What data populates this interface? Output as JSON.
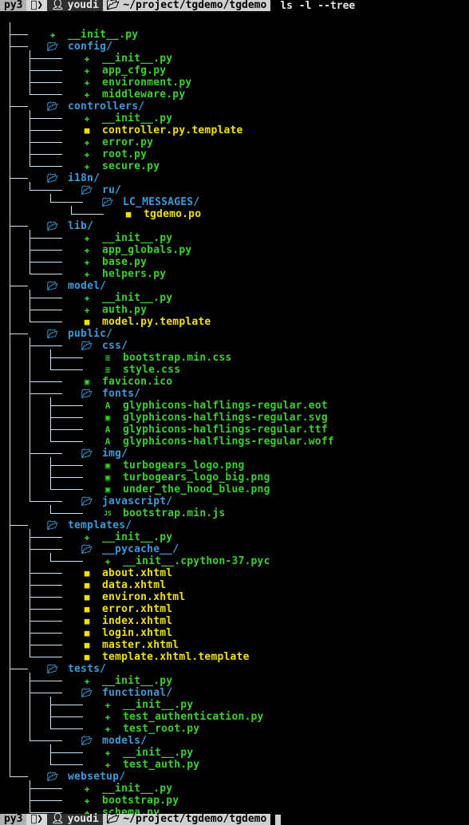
{
  "prompt_top": {
    "env": "py3",
    "os_icon": "apple-icon",
    "user": "youdi",
    "dir": "~/project/tgdemo/tgdemo",
    "command": "ls -l --tree"
  },
  "prompt_bottom": {
    "env": "py3",
    "os_icon": "apple-icon",
    "user": "youdi",
    "dir": "~/project/tgdemo/tgdemo"
  },
  "colors": {
    "directory": "#3a9ad9",
    "python": "#39d02c",
    "template": "#f0e000",
    "tree_lines": "#cde2ee"
  },
  "tree": [
    {
      "depth": 0,
      "name": "__init__.py",
      "type": "py"
    },
    {
      "depth": 0,
      "name": "config/",
      "type": "dir",
      "icon": "gear-folder-icon"
    },
    {
      "depth": 1,
      "name": "__init__.py",
      "type": "py"
    },
    {
      "depth": 1,
      "name": "app_cfg.py",
      "type": "py"
    },
    {
      "depth": 1,
      "name": "environment.py",
      "type": "py"
    },
    {
      "depth": 1,
      "name": "middleware.py",
      "type": "py"
    },
    {
      "depth": 0,
      "name": "controllers/",
      "type": "dir"
    },
    {
      "depth": 1,
      "name": "__init__.py",
      "type": "py"
    },
    {
      "depth": 1,
      "name": "controller.py.template",
      "type": "tmpl"
    },
    {
      "depth": 1,
      "name": "error.py",
      "type": "py"
    },
    {
      "depth": 1,
      "name": "root.py",
      "type": "py"
    },
    {
      "depth": 1,
      "name": "secure.py",
      "type": "py"
    },
    {
      "depth": 0,
      "name": "i18n/",
      "type": "dir"
    },
    {
      "depth": 1,
      "name": "ru/",
      "type": "dir"
    },
    {
      "depth": 2,
      "name": "LC_MESSAGES/",
      "type": "dir"
    },
    {
      "depth": 3,
      "name": "tgdemo.po",
      "type": "po"
    },
    {
      "depth": 0,
      "name": "lib/",
      "type": "dir",
      "icon": "code-folder-icon"
    },
    {
      "depth": 1,
      "name": "__init__.py",
      "type": "py"
    },
    {
      "depth": 1,
      "name": "app_globals.py",
      "type": "py"
    },
    {
      "depth": 1,
      "name": "base.py",
      "type": "py"
    },
    {
      "depth": 1,
      "name": "helpers.py",
      "type": "py"
    },
    {
      "depth": 0,
      "name": "model/",
      "type": "dir"
    },
    {
      "depth": 1,
      "name": "__init__.py",
      "type": "py"
    },
    {
      "depth": 1,
      "name": "auth.py",
      "type": "py"
    },
    {
      "depth": 1,
      "name": "model.py.template",
      "type": "tmpl"
    },
    {
      "depth": 0,
      "name": "public/",
      "type": "dir"
    },
    {
      "depth": 1,
      "name": "css/",
      "type": "dir"
    },
    {
      "depth": 2,
      "name": "bootstrap.min.css",
      "type": "css"
    },
    {
      "depth": 2,
      "name": "style.css",
      "type": "css"
    },
    {
      "depth": 1,
      "name": "favicon.ico",
      "type": "img"
    },
    {
      "depth": 1,
      "name": "fonts/",
      "type": "dir"
    },
    {
      "depth": 2,
      "name": "glyphicons-halflings-regular.eot",
      "type": "font"
    },
    {
      "depth": 2,
      "name": "glyphicons-halflings-regular.svg",
      "type": "img"
    },
    {
      "depth": 2,
      "name": "glyphicons-halflings-regular.ttf",
      "type": "font"
    },
    {
      "depth": 2,
      "name": "glyphicons-halflings-regular.woff",
      "type": "font"
    },
    {
      "depth": 1,
      "name": "img/",
      "type": "dir"
    },
    {
      "depth": 2,
      "name": "turbogears_logo.png",
      "type": "img"
    },
    {
      "depth": 2,
      "name": "turbogears_logo_big.png",
      "type": "img"
    },
    {
      "depth": 2,
      "name": "under_the_hood_blue.png",
      "type": "img"
    },
    {
      "depth": 1,
      "name": "javascript/",
      "type": "dir"
    },
    {
      "depth": 2,
      "name": "bootstrap.min.js",
      "type": "js"
    },
    {
      "depth": 0,
      "name": "templates/",
      "type": "dir"
    },
    {
      "depth": 1,
      "name": "__init__.py",
      "type": "py"
    },
    {
      "depth": 1,
      "name": "__pycache__/",
      "type": "dir"
    },
    {
      "depth": 2,
      "name": "__init__.cpython-37.pyc",
      "type": "pyc"
    },
    {
      "depth": 1,
      "name": "about.xhtml",
      "type": "xhtml"
    },
    {
      "depth": 1,
      "name": "data.xhtml",
      "type": "xhtml"
    },
    {
      "depth": 1,
      "name": "environ.xhtml",
      "type": "xhtml"
    },
    {
      "depth": 1,
      "name": "error.xhtml",
      "type": "xhtml"
    },
    {
      "depth": 1,
      "name": "index.xhtml",
      "type": "xhtml"
    },
    {
      "depth": 1,
      "name": "login.xhtml",
      "type": "xhtml"
    },
    {
      "depth": 1,
      "name": "master.xhtml",
      "type": "xhtml"
    },
    {
      "depth": 1,
      "name": "template.xhtml.template",
      "type": "tmpl"
    },
    {
      "depth": 0,
      "name": "tests/",
      "type": "dir"
    },
    {
      "depth": 1,
      "name": "__init__.py",
      "type": "py"
    },
    {
      "depth": 1,
      "name": "functional/",
      "type": "dir"
    },
    {
      "depth": 2,
      "name": "__init__.py",
      "type": "py"
    },
    {
      "depth": 2,
      "name": "test_authentication.py",
      "type": "py"
    },
    {
      "depth": 2,
      "name": "test_root.py",
      "type": "py"
    },
    {
      "depth": 1,
      "name": "models/",
      "type": "dir"
    },
    {
      "depth": 2,
      "name": "__init__.py",
      "type": "py"
    },
    {
      "depth": 2,
      "name": "test_auth.py",
      "type": "py"
    },
    {
      "depth": 0,
      "name": "websetup/",
      "type": "dir"
    },
    {
      "depth": 1,
      "name": "__init__.py",
      "type": "py"
    },
    {
      "depth": 1,
      "name": "bootstrap.py",
      "type": "py"
    },
    {
      "depth": 1,
      "name": "schema.py",
      "type": "py"
    }
  ]
}
